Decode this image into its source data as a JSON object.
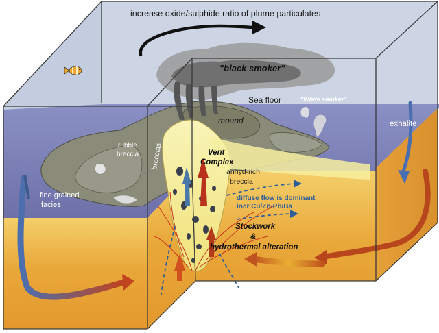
{
  "labels": {
    "title_arrow_text": "increase oxide/sulphide ratio of plume particulates",
    "black_smoker": "\"black smoker\"",
    "sea_floor": "Sea floor",
    "white_smoker": "\"White smoker\"",
    "mound": "mound",
    "exhalite": "exhalite",
    "rubble_breccia_1": "rubble",
    "rubble_breccia_2": "breccia",
    "breccias": "breccias",
    "vent_complex_1": "Vent",
    "vent_complex_2": "Complex",
    "anhyd_1": "anhyd-rich",
    "anhyd_2": "breccia",
    "diffuse_1": "diffuse flow is dominant",
    "diffuse_2": "incr Cu/Zn-Pb/Ba",
    "fine_grained_1": "fine grained",
    "fine_grained_2": "facies",
    "stockwork_1": "Stockwork",
    "stockwork_2": "&",
    "stockwork_3": "hydrothermal alteration"
  },
  "colors": {
    "water": "#c9d3e3",
    "sea_floor_surface": "#7f86b8",
    "sediment": "#e8aa3c",
    "sediment_light": "#f3cf6e",
    "mound": "#8c8a6e",
    "plume": "#6e6e6e",
    "vent_yellow": "#f6ef9a",
    "fluid_red": "#c8321e",
    "fluid_blue": "#4a6fb0",
    "diffuse_blue": "#2f5f9a"
  },
  "icons": {
    "fish": "fish-icon",
    "black_arrow": "curved-arrow-icon"
  }
}
